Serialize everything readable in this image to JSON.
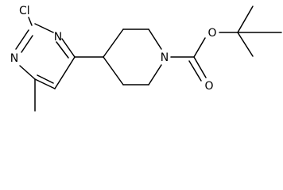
{
  "molecule": {
    "atoms": {
      "cl": "Cl",
      "n_top": "N",
      "n_left": "N",
      "n_pip": "N",
      "o_ether": "O",
      "o_carbonyl": "O"
    },
    "ink_color": "#000000",
    "background_color": "#ffffff"
  }
}
